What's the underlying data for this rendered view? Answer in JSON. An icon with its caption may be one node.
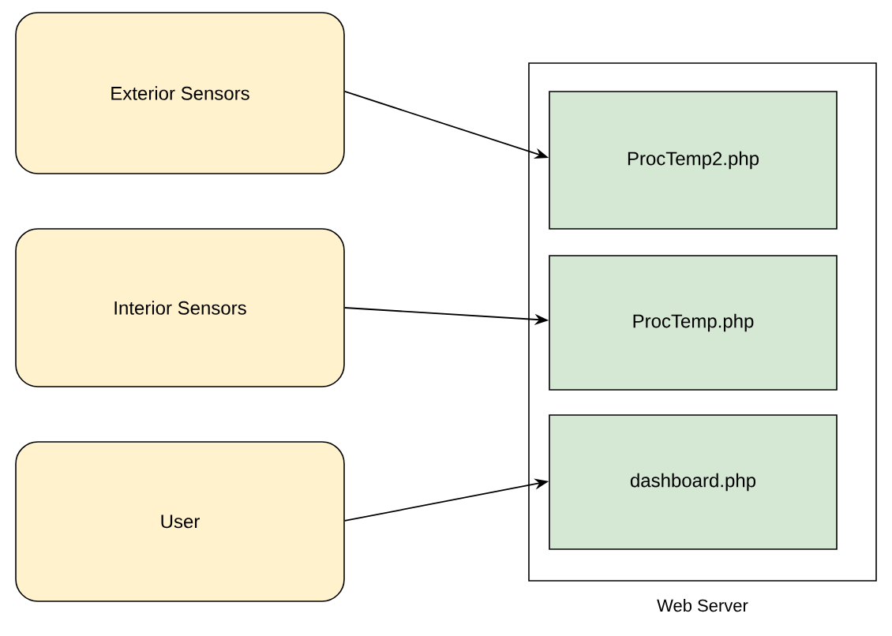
{
  "diagram": {
    "nodes": [
      {
        "text": [
          "Exterior Sensors"
        ]
      },
      {
        "text": [
          "Interior Sensors"
        ]
      },
      {
        "text": [
          "User"
        ]
      },
      {
        "text": [
          "Web Server"
        ]
      },
      {
        "text": [
          "ProcTemp2.php"
        ],
        "in": 3
      },
      {
        "text": [
          "ProcTemp.php"
        ],
        "in": 3
      },
      {
        "text": [
          "dashboard.php"
        ],
        "in": 3
      }
    ],
    "edges": [
      {
        "from": 0,
        "to": 4,
        "arrow": "to"
      },
      {
        "from": 1,
        "to": 5,
        "arrow": "to"
      },
      {
        "from": 2,
        "to": 6,
        "arrow": "to"
      }
    ]
  }
}
